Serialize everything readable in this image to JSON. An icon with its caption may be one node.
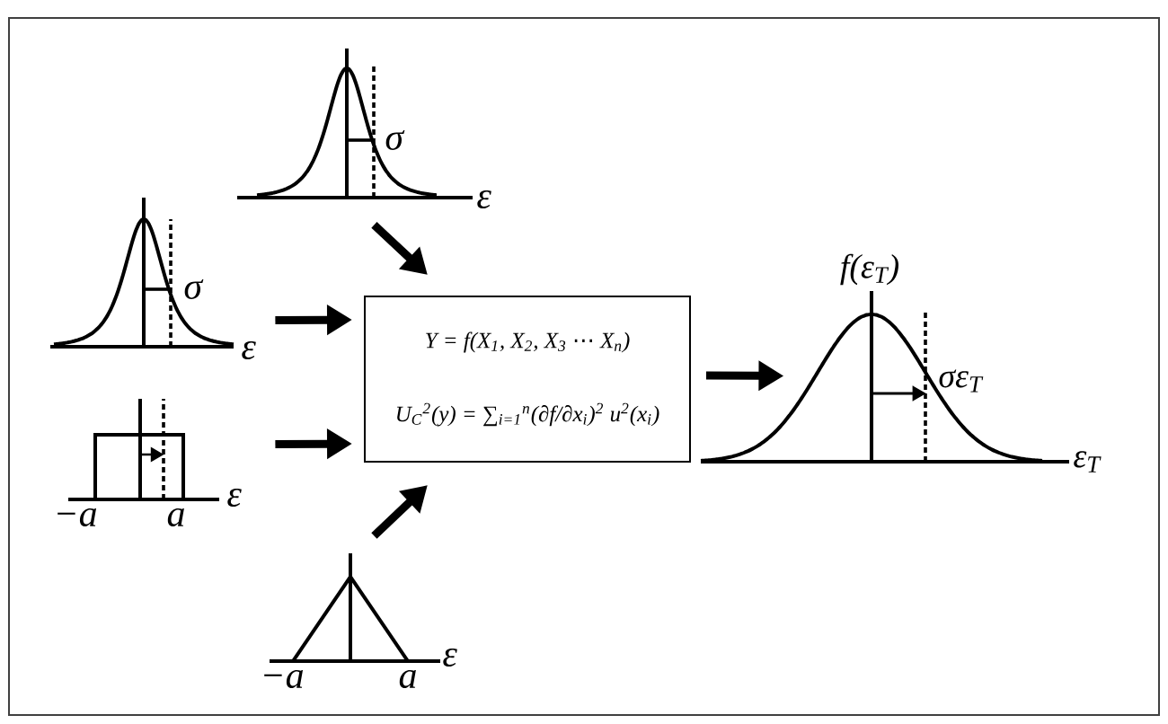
{
  "diagram": {
    "nodes": [
      {
        "text": [
          "σ",
          "ε"
        ]
      },
      {
        "text": [
          "σ",
          "ε"
        ]
      },
      {
        "text": [
          "−a",
          "a",
          "ε"
        ]
      },
      {
        "text": [
          "−a",
          "a",
          "ε"
        ]
      },
      {
        "text": [
          "Y = f(X$_{1}$, X$_{2}$, X$_{3}$ ⋯ X$_{n}$)",
          "U$_{C}$$^{2}$(y) = ∑$_{i=1}$$^{n}$(∂f/∂x$_{i}$)$^{2}$ u$^{2}$(x$_{i}$)"
        ]
      },
      {
        "text": [
          "f(ε$_{T}$)",
          "σε$_{T}$",
          "ε$_{T}$"
        ]
      }
    ],
    "edges": [
      {
        "from": 0,
        "to": 4,
        "arrow": "to"
      },
      {
        "from": 1,
        "to": 4,
        "arrow": "to"
      },
      {
        "from": 2,
        "to": 4,
        "arrow": "to"
      },
      {
        "from": 3,
        "to": 4,
        "arrow": "to"
      },
      {
        "from": 4,
        "to": 5,
        "arrow": "to"
      }
    ]
  }
}
